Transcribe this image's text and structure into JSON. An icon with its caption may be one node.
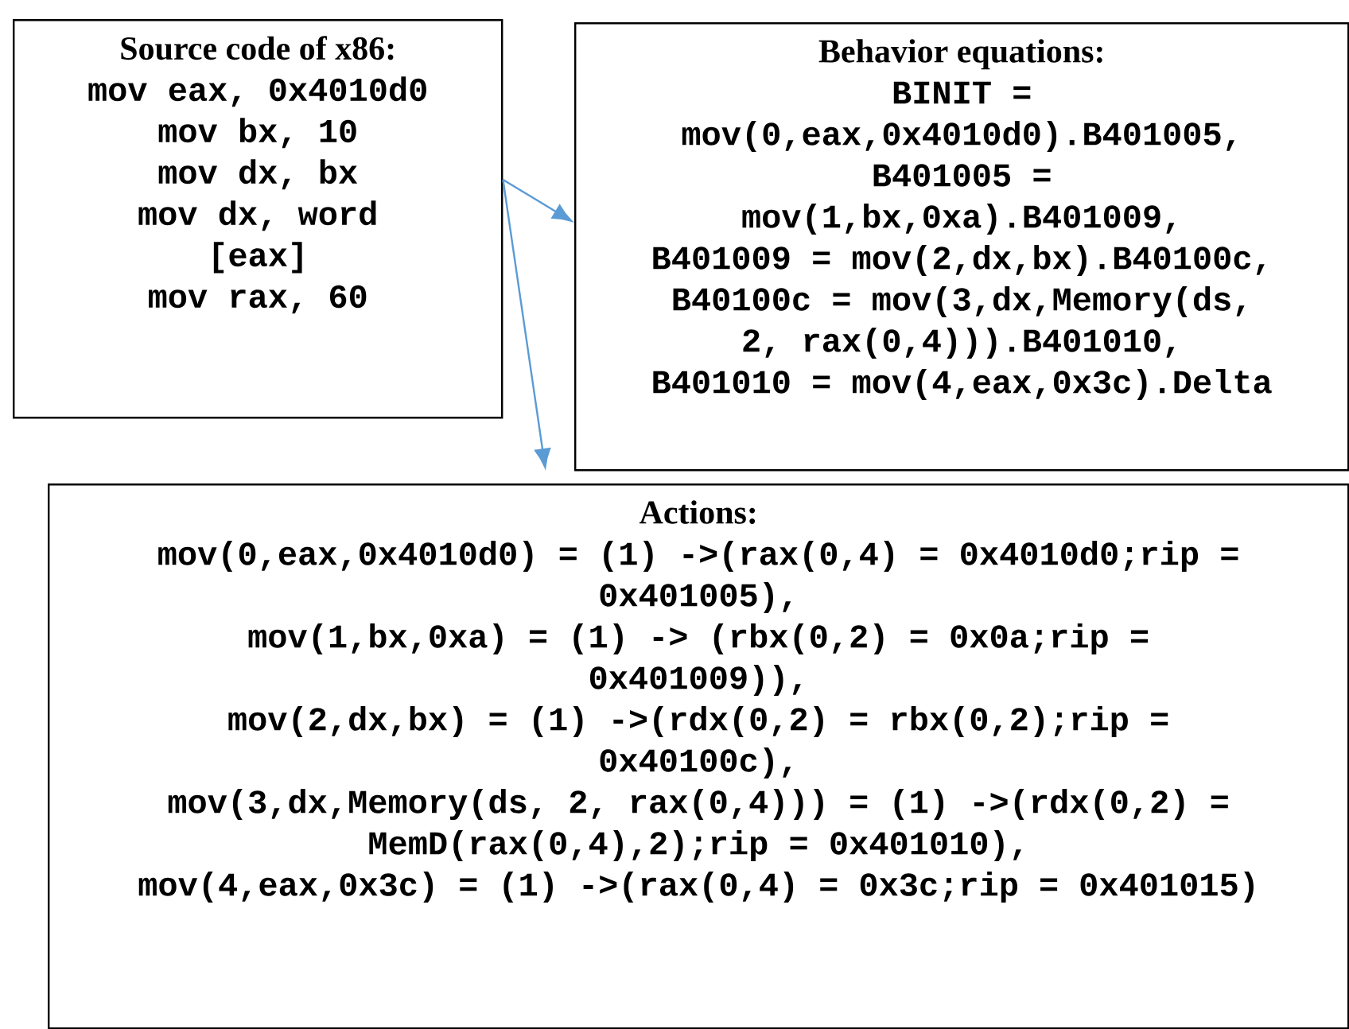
{
  "diagram": {
    "nodes": [
      {
        "text": [
          "Source code of x86:",
          "mov eax, 0x4010d0",
          "mov bx, 10",
          "mov dx, bx",
          "mov dx, word [eax]",
          "mov rax, 60"
        ]
      },
      {
        "text": [
          "Behavior equations:",
          "BINIT = mov(0,eax,0x4010d0).B401005,",
          "B401005 = mov(1,bx,0xa).B401009,",
          "B401009 = mov(2,dx,bx).B40100c,",
          "B40100c = mov(3,dx,Memory(ds, 2, rax(0,4))).B401010,",
          "B401010 = mov(4,eax,0x3c).Delta"
        ]
      },
      {
        "text": [
          "Actions:",
          "mov(0,eax,0x4010d0) = (1) ->(rax(0,4) = 0x4010d0;rip = 0x401005),",
          "mov(1,bx,0xa) = (1) -> (rbx(0,2) = 0x0a;rip = 0x401009)),",
          "mov(2,dx,bx) = (1) ->(rdx(0,2) = rbx(0,2);rip = 0x40100c),",
          "mov(3,dx,Memory(ds, 2, rax(0,4))) = (1) ->(rdx(0,2) = MemD(rax(0,4),2);rip = 0x401010),",
          "mov(4,eax,0x3c) = (1) ->(rax(0,4) = 0x3c;rip = 0x401015)"
        ]
      }
    ],
    "edges": [
      {
        "from": 0,
        "to": 1,
        "arrow": "to",
        "color": "#5b9bd5"
      },
      {
        "from": 0,
        "to": 2,
        "arrow": "to",
        "color": "#5b9bd5"
      }
    ]
  }
}
